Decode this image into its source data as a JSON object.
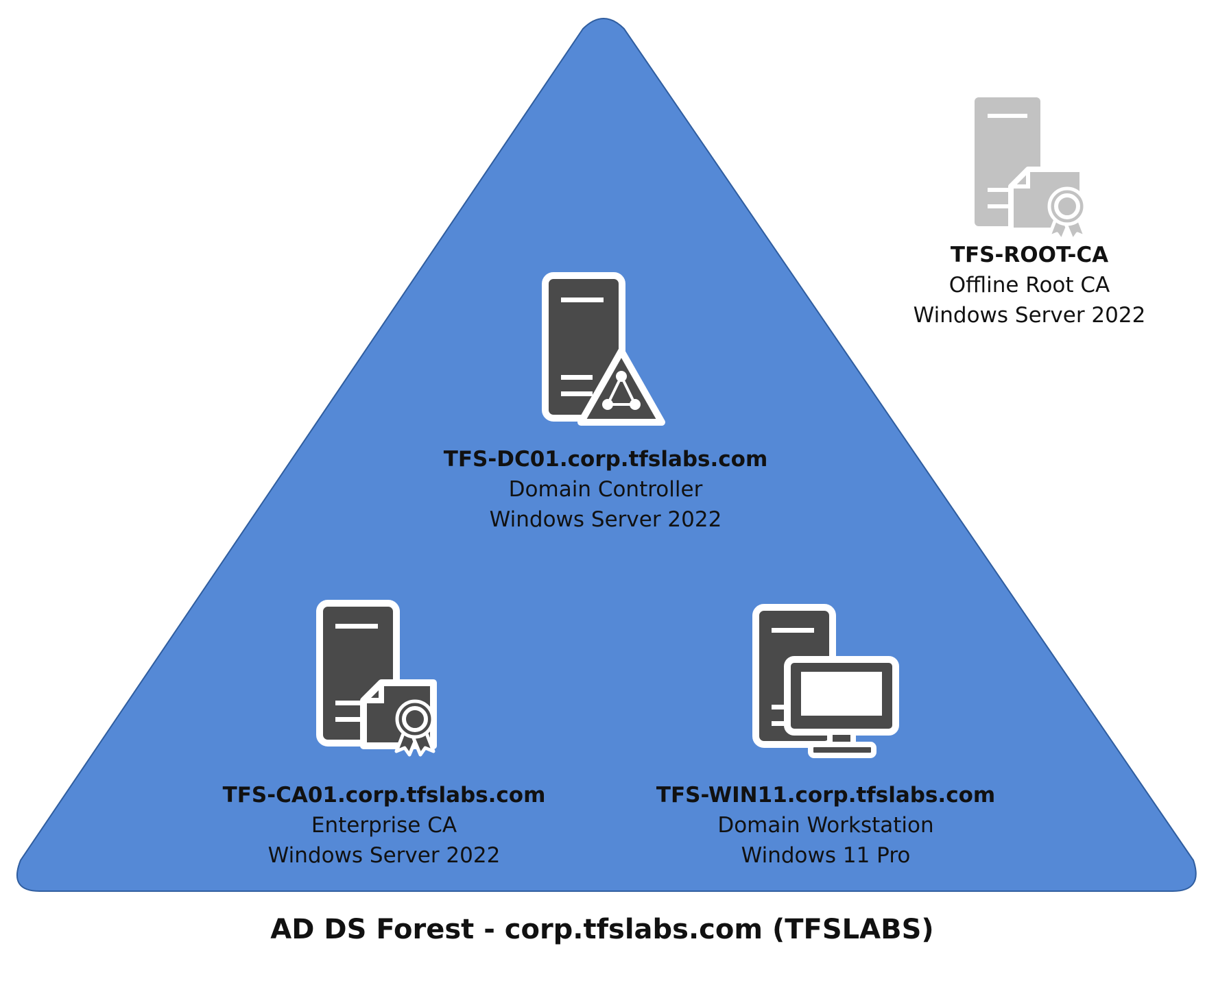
{
  "colors": {
    "forest_fill": "#5589d6",
    "forest_stroke": "#2f5d9f",
    "icon_dark": "#4a4a4a",
    "icon_offline": "#c2c2c2",
    "icon_outline": "#ffffff",
    "text": "#111111"
  },
  "forest": {
    "title": "AD DS Forest - corp.tfslabs.com (TFSLABS)"
  },
  "nodes": {
    "dc": {
      "icon": "server-domain-controller-icon",
      "name": "TFS-DC01.corp.tfslabs.com",
      "role": "Domain Controller",
      "os": "Windows Server 2022"
    },
    "ca": {
      "icon": "server-certificate-icon",
      "name": "TFS-CA01.corp.tfslabs.com",
      "role": "Enterprise CA",
      "os": "Windows Server 2022"
    },
    "win11": {
      "icon": "workstation-icon",
      "name": "TFS-WIN11.corp.tfslabs.com",
      "role": "Domain Workstation",
      "os": "Windows 11 Pro"
    },
    "rootca": {
      "icon": "offline-root-ca-icon",
      "name": "TFS-ROOT-CA",
      "role": "Offline Root CA",
      "os": "Windows Server 2022"
    }
  }
}
